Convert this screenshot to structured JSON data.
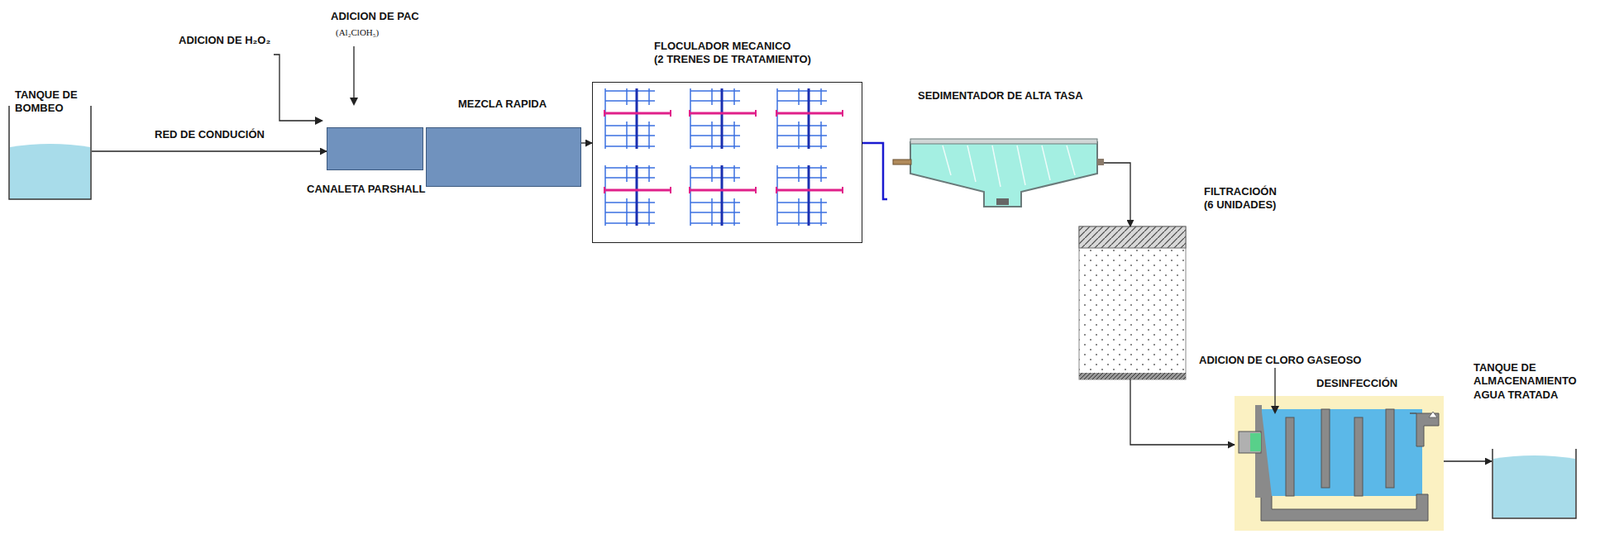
{
  "diagram": {
    "nodes": [
      {
        "text": [
          "TANQUE DE BOMBEO"
        ]
      },
      {
        "text": [
          "CANALETA PARSHALL"
        ]
      },
      {
        "text": [
          "MEZCLA RAPIDA"
        ]
      },
      {
        "text": [
          "FLOCULADOR MECANICO",
          "(2 TRENES DE TRATAMIENTO)"
        ]
      },
      {
        "text": [
          "SEDIMENTADOR DE ALTA TASA"
        ]
      },
      {
        "text": [
          "FILTRACIOÓN",
          "(6 UNIDADES)"
        ]
      },
      {
        "text": [
          "DESINFECCIÓN"
        ]
      },
      {
        "text": [
          "TANQUE DE ALMACENAMIENTO AGUA TRATADA"
        ]
      }
    ],
    "edges": [
      {
        "from": 0,
        "to": 1,
        "arrow": "to",
        "label": "RED DE CONDUCIÓN"
      },
      {
        "from": 2,
        "to": 3,
        "arrow": "to"
      },
      {
        "from": 3,
        "to": 4,
        "arrow": "none"
      },
      {
        "from": 4,
        "to": 5,
        "arrow": "to"
      },
      {
        "from": 5,
        "to": 6,
        "arrow": "to"
      },
      {
        "from": 6,
        "to": 7,
        "arrow": "to"
      }
    ],
    "labels": [
      "ADICION DE H₂O₂",
      "ADICION DE PAC",
      "(Al₂ClOH₅)",
      "ADICION DE CLORO GASEOSO"
    ]
  }
}
